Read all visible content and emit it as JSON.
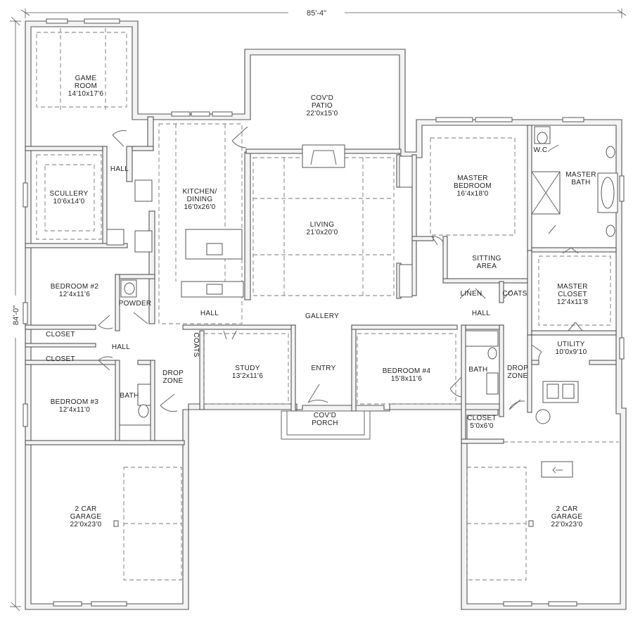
{
  "dimensions": {
    "width": "85'-4\"",
    "depth": "84'-0\""
  },
  "rooms": {
    "game_room": {
      "name1": "GAME",
      "name2": "ROOM",
      "size": "14'10x17'6"
    },
    "covd_patio": {
      "name1": "COV'D",
      "name2": "PATIO",
      "size": "22'0x15'0"
    },
    "hall_upper": {
      "name": "HALL"
    },
    "scullery": {
      "name": "SCULLERY",
      "size": "10'6x14'0"
    },
    "kitchen": {
      "name1": "KITCHEN/",
      "name2": "DINING",
      "size": "16'0x26'0"
    },
    "living": {
      "name": "LIVING",
      "size": "21'0x20'0"
    },
    "master_bedroom": {
      "name1": "MASTER",
      "name2": "BEDROOM",
      "size": "16'4x18'0"
    },
    "sitting_area": {
      "name1": "SITTING",
      "name2": "AREA"
    },
    "wc": {
      "name": "W.C."
    },
    "master_bath": {
      "name1": "MASTER",
      "name2": "BATH"
    },
    "bedroom2": {
      "name": "BEDROOM #2",
      "size": "12'4x11'6"
    },
    "powder": {
      "name": "POWDER"
    },
    "hall_center": {
      "name": "HALL"
    },
    "gallery": {
      "name": "GALLERY"
    },
    "linen": {
      "name": "LINEN"
    },
    "coats_right": {
      "name": "COATS"
    },
    "hall_right": {
      "name": "HALL"
    },
    "master_closet": {
      "name1": "MASTER",
      "name2": "CLOSET",
      "size": "12'4x11'8"
    },
    "closet_a": {
      "name": "CLOSET"
    },
    "closet_b": {
      "name": "CLOSET"
    },
    "hall_left": {
      "name": "HALL"
    },
    "coats_left": {
      "name": "COATS"
    },
    "drop_zone_left": {
      "name1": "DROP",
      "name2": "ZONE"
    },
    "study": {
      "name": "STUDY",
      "size": "13'2x11'6"
    },
    "entry": {
      "name": "ENTRY"
    },
    "bedroom4": {
      "name": "BEDROOM #4",
      "size": "15'8x11'6"
    },
    "bath_right": {
      "name": "BATH"
    },
    "drop_zone_right": {
      "name1": "DROP",
      "name2": "ZONE"
    },
    "utility": {
      "name": "UTILITY",
      "size": "10'0x9'10"
    },
    "bedroom3": {
      "name": "BEDROOM #3",
      "size": "12'4x11'0"
    },
    "bath_left": {
      "name": "BATH"
    },
    "closet_right": {
      "name": "CLOSET",
      "size": "5'0x6'0"
    },
    "covd_porch": {
      "name1": "COV'D",
      "name2": "PORCH"
    },
    "garage_left": {
      "name1": "2 CAR",
      "name2": "GARAGE",
      "size": "22'0x23'0"
    },
    "garage_right": {
      "name1": "2 CAR",
      "name2": "GARAGE",
      "size": "22'0x23'0"
    }
  }
}
